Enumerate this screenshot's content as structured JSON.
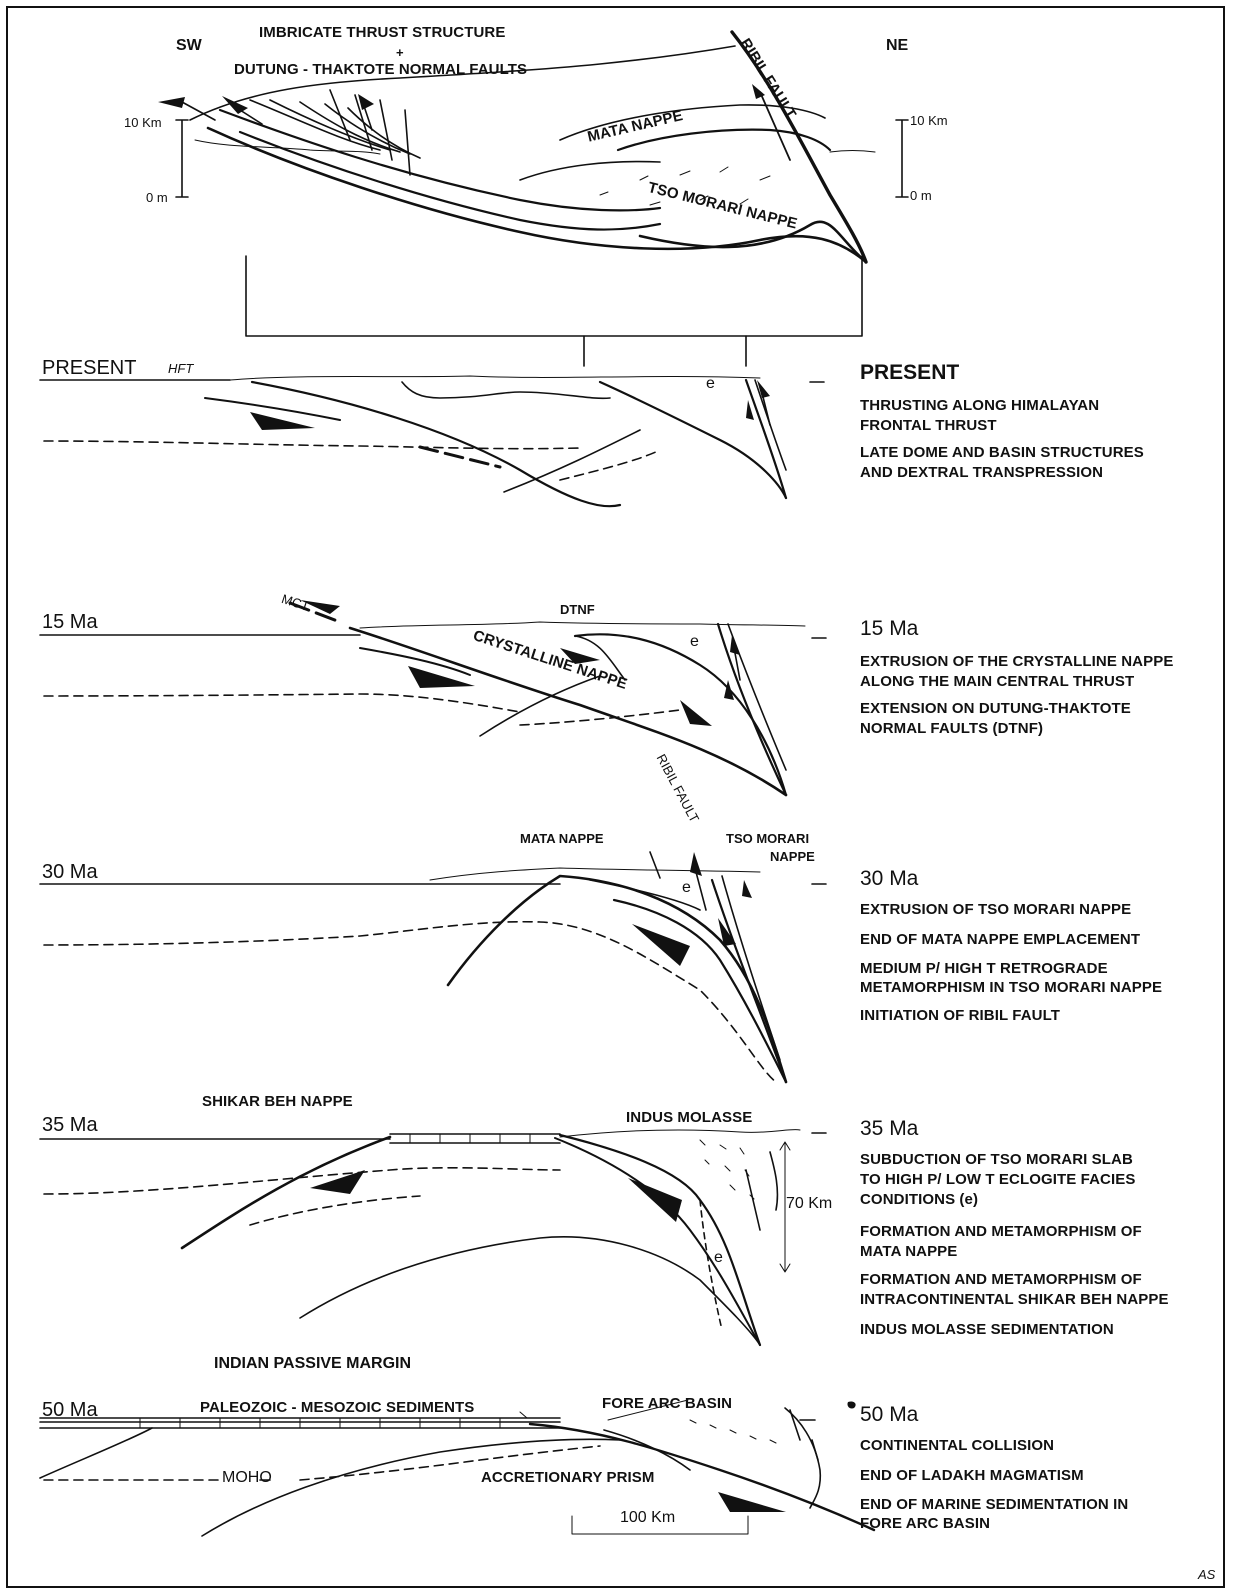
{
  "top": {
    "sw": "SW",
    "ne": "NE",
    "title_line1": "IMBRICATE THRUST STRUCTURE",
    "title_plus": "+",
    "title_line2": "DUTUNG - THAKTOTE NORMAL FAULTS",
    "ribil_fault": "RIBIL FAULT",
    "mata_nappe": "MATA NAPPE",
    "tso_morari_nappe": "TSO MORARI NAPPE",
    "left_10km": "10 Km",
    "left_0m": "0 m",
    "right_10km": "10 Km",
    "right_0m": "0 m"
  },
  "panels": {
    "present": {
      "time_label": "PRESENT",
      "hft": "HFT",
      "e": "e",
      "right_title": "PRESENT",
      "notes": [
        "THRUSTING ALONG HIMALAYAN",
        "FRONTAL THRUST",
        "LATE DOME AND BASIN STRUCTURES",
        "AND DEXTRAL TRANSPRESSION"
      ]
    },
    "ma15": {
      "time_label": "15 Ma",
      "mct": "MCT",
      "dtnf": "DTNF",
      "crystalline_nappe": "CRYSTALLINE NAPPE",
      "e": "e",
      "right_title": "15 Ma",
      "notes": [
        "EXTRUSION OF THE CRYSTALLINE NAPPE",
        "ALONG THE MAIN CENTRAL THRUST",
        "EXTENSION ON DUTUNG-THAKTOTE",
        "NORMAL FAULTS (DTNF)"
      ]
    },
    "ma30": {
      "time_label": "30 Ma",
      "ribil_fault": "RIBIL FAULT",
      "mata_nappe": "MATA NAPPE",
      "tso_morari": "TSO MORARI",
      "nappe": "NAPPE",
      "e": "e",
      "right_title": "30 Ma",
      "notes": [
        "EXTRUSION OF TSO MORARI NAPPE",
        "END OF MATA NAPPE EMPLACEMENT",
        "MEDIUM P/ HIGH T RETROGRADE",
        "METAMORPHISM IN TSO MORARI NAPPE",
        "INITIATION OF RIBIL FAULT"
      ]
    },
    "ma35": {
      "time_label": "35 Ma",
      "shikar_beh_nappe": "SHIKAR BEH NAPPE",
      "indus_molasse": "INDUS MOLASSE",
      "depth": "70 Km",
      "e": "e",
      "right_title": "35 Ma",
      "notes": [
        "SUBDUCTION OF TSO MORARI SLAB",
        "TO HIGH P/ LOW T ECLOGITE FACIES",
        "CONDITIONS (e)",
        "FORMATION AND METAMORPHISM OF",
        "MATA NAPPE",
        "FORMATION AND METAMORPHISM OF",
        "INTRACONTINENTAL SHIKAR BEH NAPPE",
        "INDUS MOLASSE  SEDIMENTATION"
      ]
    },
    "ma50": {
      "heading": "INDIAN PASSIVE MARGIN",
      "time_label": "50 Ma",
      "sediments": "PALEOZOIC - MESOZOIC SEDIMENTS",
      "fore_arc_basin": "FORE ARC BASIN",
      "moho": "MOHO",
      "accretionary_prism": "ACCRETIONARY PRISM",
      "right_title": "50 Ma",
      "notes": [
        "CONTINENTAL COLLISION",
        "END OF LADAKH MAGMATISM",
        "END OF MARINE SEDIMENTATION IN",
        "FORE ARC BASIN"
      ]
    }
  },
  "scale_bar": "100 Km",
  "initials": "AS"
}
